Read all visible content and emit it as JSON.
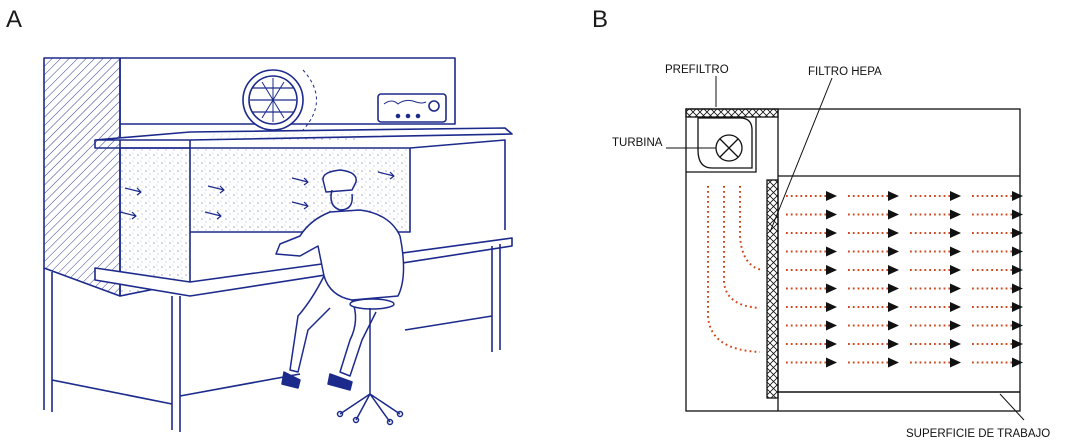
{
  "panel_a": {
    "letter": "A"
  },
  "panel_b": {
    "letter": "B",
    "labels": {
      "prefilter": "PREFILTRO",
      "hepa": "FILTRO  HEPA",
      "turbine": "TURBINA",
      "work_surface": "SUPERFICIE DE TRABAJO"
    }
  },
  "colors": {
    "illustration_ink": "#1c2a8c",
    "diagram_ink": "#111111",
    "airflow_dots": "#d2481e"
  }
}
